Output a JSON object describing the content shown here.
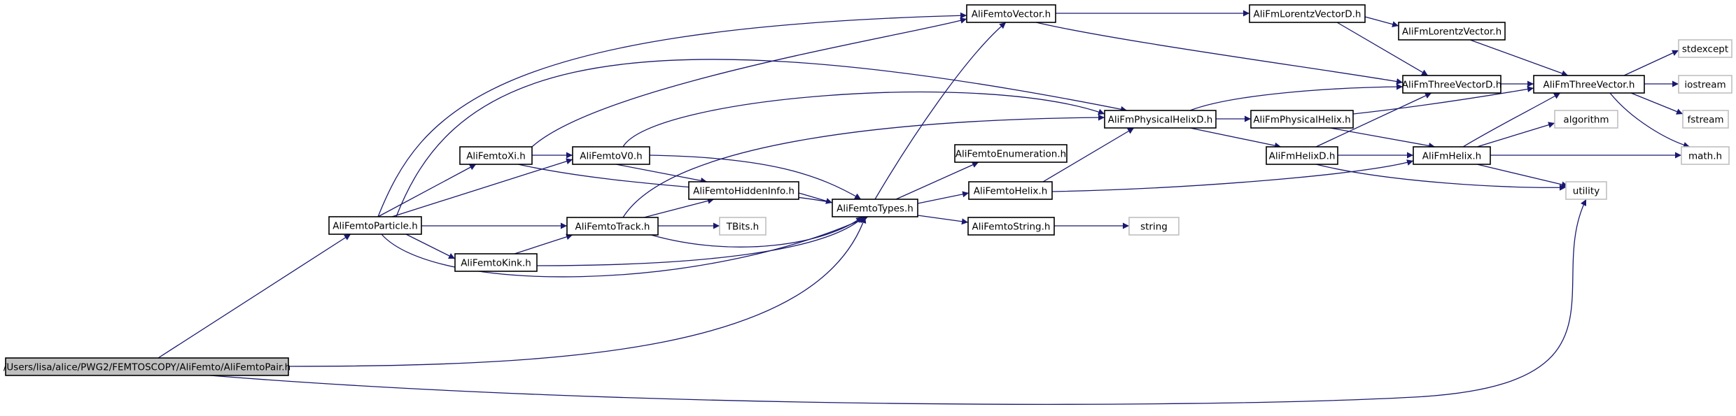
{
  "nodes": [
    {
      "id": "root",
      "label": "/Users/lisa/alice/PWG2/FEMTOSCOPY/AliFemto/AliFemtoPair.h",
      "kind": "root"
    },
    {
      "id": "particle",
      "label": "AliFemtoParticle.h",
      "kind": "file"
    },
    {
      "id": "xi",
      "label": "AliFemtoXi.h",
      "kind": "file"
    },
    {
      "id": "v0",
      "label": "AliFemtoV0.h",
      "kind": "file"
    },
    {
      "id": "track",
      "label": "AliFemtoTrack.h",
      "kind": "file"
    },
    {
      "id": "kink",
      "label": "AliFemtoKink.h",
      "kind": "file"
    },
    {
      "id": "hidden",
      "label": "AliFemtoHiddenInfo.h",
      "kind": "file"
    },
    {
      "id": "tbits",
      "label": "TBits.h",
      "kind": "external"
    },
    {
      "id": "types",
      "label": "AliFemtoTypes.h",
      "kind": "file"
    },
    {
      "id": "vector",
      "label": "AliFemtoVector.h",
      "kind": "file"
    },
    {
      "id": "enumeration",
      "label": "AliFemtoEnumeration.h",
      "kind": "file"
    },
    {
      "id": "fhelix",
      "label": "AliFemtoHelix.h",
      "kind": "file"
    },
    {
      "id": "fstring",
      "label": "AliFemtoString.h",
      "kind": "file"
    },
    {
      "id": "string",
      "label": "string",
      "kind": "external"
    },
    {
      "id": "physhelixd",
      "label": "AliFmPhysicalHelixD.h",
      "kind": "file"
    },
    {
      "id": "lorentzd",
      "label": "AliFmLorentzVectorD.h",
      "kind": "file"
    },
    {
      "id": "lorentz",
      "label": "AliFmLorentzVector.h",
      "kind": "file"
    },
    {
      "id": "threevecd",
      "label": "AliFmThreeVectorD.h",
      "kind": "file"
    },
    {
      "id": "physhelix",
      "label": "AliFmPhysicalHelix.h",
      "kind": "file"
    },
    {
      "id": "helixd",
      "label": "AliFmHelixD.h",
      "kind": "file"
    },
    {
      "id": "helix",
      "label": "AliFmHelix.h",
      "kind": "file"
    },
    {
      "id": "threevec",
      "label": "AliFmThreeVector.h",
      "kind": "file"
    },
    {
      "id": "stdexcept",
      "label": "stdexcept",
      "kind": "external"
    },
    {
      "id": "iostream",
      "label": "iostream",
      "kind": "external"
    },
    {
      "id": "fstream",
      "label": "fstream",
      "kind": "external"
    },
    {
      "id": "algorithm",
      "label": "algorithm",
      "kind": "external"
    },
    {
      "id": "mathh",
      "label": "math.h",
      "kind": "external"
    },
    {
      "id": "utility",
      "label": "utility",
      "kind": "external"
    }
  ],
  "edges": [
    [
      "root",
      "particle"
    ],
    [
      "root",
      "types"
    ],
    [
      "root",
      "utility"
    ],
    [
      "particle",
      "vector"
    ],
    [
      "particle",
      "physhelixd"
    ],
    [
      "particle",
      "xi"
    ],
    [
      "particle",
      "v0"
    ],
    [
      "particle",
      "track"
    ],
    [
      "particle",
      "kink"
    ],
    [
      "particle",
      "types"
    ],
    [
      "xi",
      "v0"
    ],
    [
      "xi",
      "vector"
    ],
    [
      "xi",
      "types"
    ],
    [
      "v0",
      "physhelixd"
    ],
    [
      "v0",
      "hidden"
    ],
    [
      "v0",
      "types"
    ],
    [
      "track",
      "physhelixd"
    ],
    [
      "track",
      "hidden"
    ],
    [
      "track",
      "tbits"
    ],
    [
      "track",
      "types"
    ],
    [
      "kink",
      "track"
    ],
    [
      "kink",
      "types"
    ],
    [
      "hidden",
      "types"
    ],
    [
      "types",
      "vector"
    ],
    [
      "types",
      "enumeration"
    ],
    [
      "types",
      "fhelix"
    ],
    [
      "types",
      "fstring"
    ],
    [
      "fstring",
      "string"
    ],
    [
      "vector",
      "lorentzd"
    ],
    [
      "vector",
      "threevecd"
    ],
    [
      "lorentzd",
      "lorentz"
    ],
    [
      "lorentzd",
      "threevecd"
    ],
    [
      "lorentz",
      "threevec"
    ],
    [
      "fhelix",
      "physhelixd"
    ],
    [
      "fhelix",
      "helix"
    ],
    [
      "physhelixd",
      "threevecd"
    ],
    [
      "physhelixd",
      "physhelix"
    ],
    [
      "physhelixd",
      "helixd"
    ],
    [
      "physhelix",
      "threevec"
    ],
    [
      "physhelix",
      "helix"
    ],
    [
      "helixd",
      "threevecd"
    ],
    [
      "helixd",
      "helix"
    ],
    [
      "helixd",
      "utility"
    ],
    [
      "threevecd",
      "threevec"
    ],
    [
      "threevec",
      "stdexcept"
    ],
    [
      "threevec",
      "iostream"
    ],
    [
      "threevec",
      "fstream"
    ],
    [
      "threevec",
      "mathh"
    ],
    [
      "helix",
      "threevec"
    ],
    [
      "helix",
      "algorithm"
    ],
    [
      "helix",
      "mathh"
    ],
    [
      "helix",
      "utility"
    ]
  ]
}
